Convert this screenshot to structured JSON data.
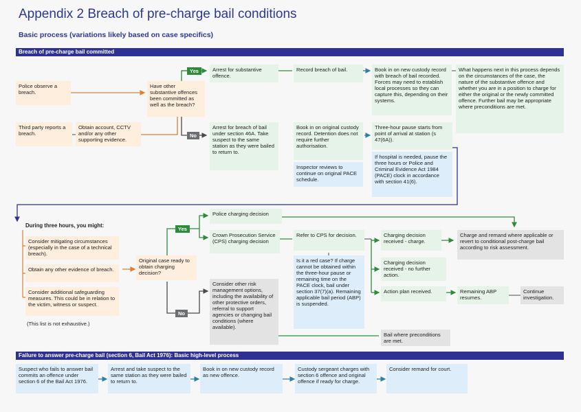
{
  "title": "Appendix 2 Breach of pre-charge bail conditions",
  "subtitle": "Basic process (variations likely based on case specifics)",
  "section1_bar": "Breach of pre-charge bail committed",
  "section2_bar": "Failure to answer pre-charge bail (section 6, Bail Act 1976): Basic high-level process",
  "yes_label": "Yes",
  "no_label": "No",
  "boxes": {
    "police_observe": "Police observe a breach.",
    "third_party": "Third party reports a breach.",
    "obtain_account": "Obtain account, CCTV and/or any other supporting evidence.",
    "other_offences": "Have other substantive offences been committed as well as the breach?",
    "arrest_substantive": "Arrest for substantive offence.",
    "record_breach": "Record breach of bail.",
    "book_in_new": "Book in on new custody record with breach of bail recorded. Forces may need to establish local processes so they can capture this, depending on their systems.",
    "what_next": "What happens next in this process depends on the circumstances of the case, the nature of the substantive offence and whether you are in a position to charge for either the original or the newly committed offence. Further bail may be appropriate where preconditions are met.",
    "arrest_breach": "Arrest for breach of bail under section 46A. Take suspect to the same station as they were bailed to return to.",
    "book_in_original": "Book in on original custody record. Detention does not require further authorisation.",
    "inspector_reviews": "Inspector reviews to continue on original PACE schedule.",
    "three_hour_pause": "Three-hour pause starts from point of arrival at station (s 47(6A)).",
    "hospital": "If hospital is needed, pause the three hours or Police and Criminal Evidence Act 1984 (PACE) clock in accordance with section 41(6).",
    "during_three_hours": "During three hours, you might:",
    "mitigating": "Consider mitigating circumstances (especially in the case of a technical breach).",
    "other_evidence": "Obtain any other evidence of breach.",
    "safeguarding": "Consider additional safeguarding measures. This could be in relation to the victim, witness or suspect.",
    "not_exhaustive": "(This list is not exhaustive.)",
    "original_case_ready": "Original case ready to obtain charging decision?",
    "police_charging": "Police charging decision",
    "cps_charging": "Crown Prosecution Service (CPS) charging decision",
    "refer_cps": "Refer to CPS for decision.",
    "red_case": "Is it a red case? If charge cannot be obtained within the three-hour pause or remaining time on the PACE clock, bail under section 37(7)(a). Remaining applicable bail period (ABP) is suspended.",
    "risk_mgmt": "Consider other risk management options, including the availability of other protective orders, referral to support agencies or changing bail conditions (where available).",
    "charging_charge": "Charging decision received - charge.",
    "charging_nfa": "Charging decision received - no further action.",
    "action_plan": "Action plan received.",
    "remaining_abp": "Remaining ABP resumes.",
    "continue_investigation": "Continue investigation.",
    "charge_remand": "Charge and remand where applicable or revert to conditional post-charge bail according to risk assessment.",
    "bail_where": "Bail where preconditions are met.",
    "suspect_fails": "Suspect who fails to answer bail commits an offence under section 6 of the Bail Act 1976.",
    "arrest_take": "Arrest and take suspect to the same station as they were bailed to return to.",
    "book_in_new2": "Book in on new custody record as new offence.",
    "custody_sergeant": "Custody sergeant charges with section 6 offence and original offence if ready for charge.",
    "consider_remand": "Consider remand for court."
  }
}
